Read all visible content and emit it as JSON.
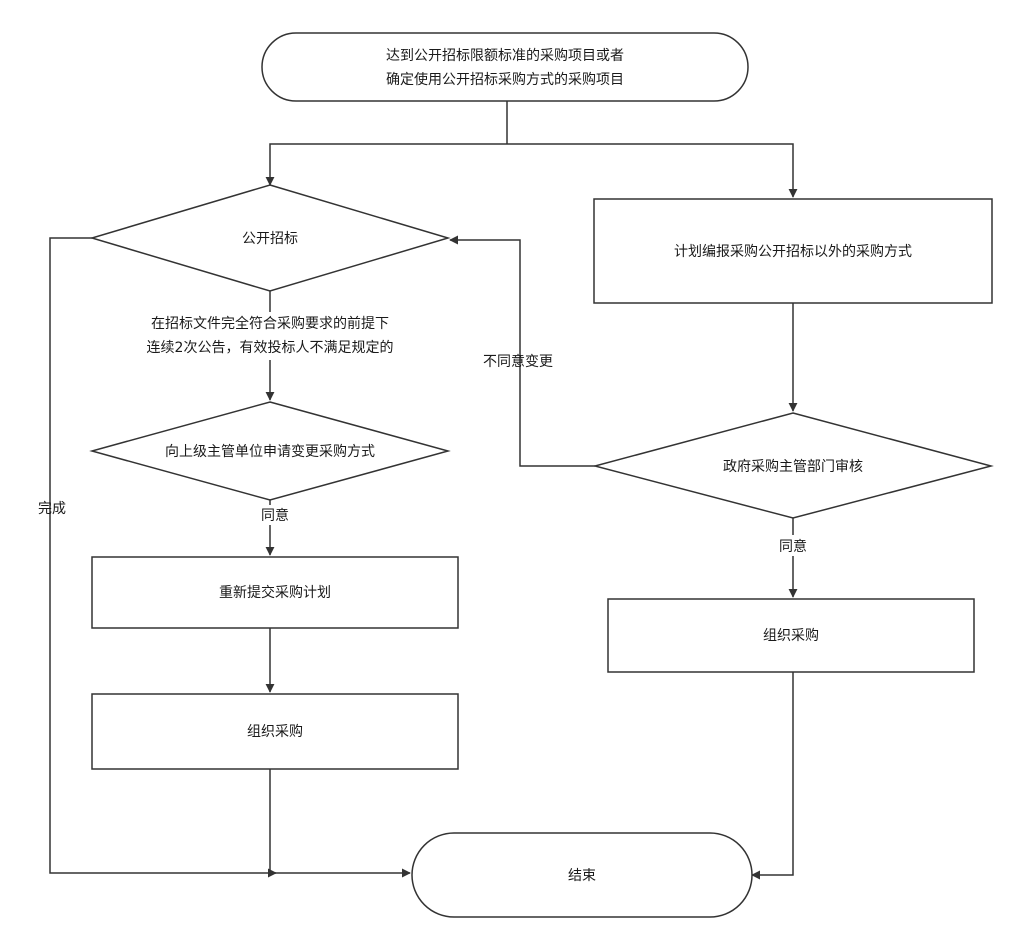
{
  "colors": {
    "stroke": "#333333",
    "fill": "#ffffff",
    "text": "#1a1a1a"
  },
  "nodes": {
    "start": {
      "line1": "达到公开招标限额标准的采购项目或者",
      "line2": "确定使用公开招标采购方式的采购项目"
    },
    "open_tender": {
      "label": "公开招标"
    },
    "apply_change": {
      "label": "向上级主管单位申请变更采购方式"
    },
    "resubmit": {
      "label": "重新提交采购计划"
    },
    "organize_left": {
      "label": "组织采购"
    },
    "plan_other": {
      "label": "计划编报采购公开招标以外的采购方式"
    },
    "gov_review": {
      "label": "政府采购主管部门审核"
    },
    "organize_right": {
      "label": "组织采购"
    },
    "end": {
      "label": "结束"
    }
  },
  "edge_labels": {
    "condition_line1": "在招标文件完全符合采购要求的前提下",
    "condition_line2": "连续2次公告，有效投标人不满足规定的",
    "agree_left": "同意",
    "complete": "完成",
    "disagree": "不同意变更",
    "agree_right": "同意"
  }
}
